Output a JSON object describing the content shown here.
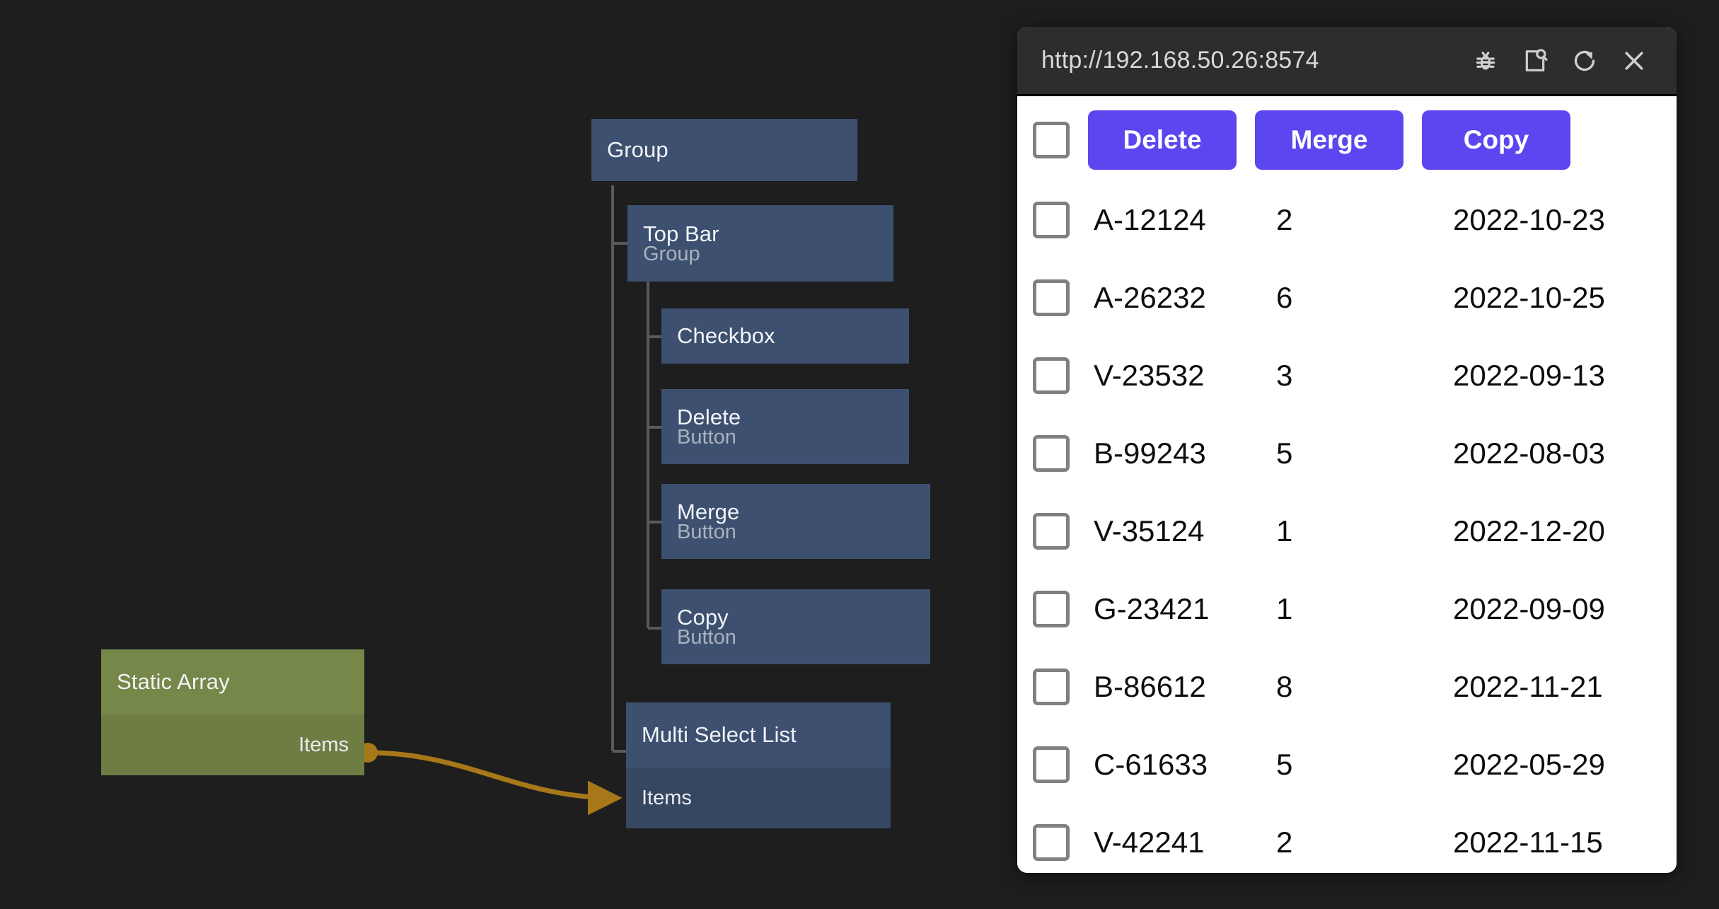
{
  "canvas": {
    "background": "#1e1e1e",
    "wire_color": "#a6781a",
    "tree_line_color": "#5a5a5a"
  },
  "graph": {
    "nodes": [
      {
        "id": "group",
        "title": "Group",
        "subtitle": "",
        "color": "#3d5070",
        "kind": "tree"
      },
      {
        "id": "topbar",
        "title": "Top Bar",
        "subtitle": "Group",
        "color": "#3d5070",
        "kind": "tree"
      },
      {
        "id": "checkbox",
        "title": "Checkbox",
        "subtitle": "",
        "color": "#3d5070",
        "kind": "tree"
      },
      {
        "id": "delete",
        "title": "Delete",
        "subtitle": "Button",
        "color": "#3d5070",
        "kind": "tree"
      },
      {
        "id": "merge",
        "title": "Merge",
        "subtitle": "Button",
        "color": "#3d5070",
        "kind": "tree"
      },
      {
        "id": "copy",
        "title": "Copy",
        "subtitle": "Button",
        "color": "#3d5070",
        "kind": "tree"
      },
      {
        "id": "msl",
        "title": "Multi Select List",
        "subtitle": "",
        "color": "#3d5070",
        "kind": "data",
        "port_in": "Items"
      },
      {
        "id": "sa",
        "title": "Static Array",
        "subtitle": "",
        "color": "#76874a",
        "kind": "data",
        "port_out": "Items"
      }
    ],
    "connection": {
      "from": "sa.Items",
      "to": "msl.Items"
    }
  },
  "panel": {
    "url": "http://192.168.50.26:8574",
    "titlebar_icons": [
      {
        "name": "bug-icon",
        "label": "Debug"
      },
      {
        "name": "inspect-icon",
        "label": "Inspect"
      },
      {
        "name": "reload-icon",
        "label": "Reload"
      },
      {
        "name": "close-icon",
        "label": "Close"
      }
    ],
    "toolbar": {
      "select_all_checked": false,
      "buttons": [
        {
          "name": "delete-button",
          "label": "Delete"
        },
        {
          "name": "merge-button",
          "label": "Merge"
        },
        {
          "name": "copy-button",
          "label": "Copy"
        }
      ],
      "button_color": "#5b46f0"
    },
    "table": {
      "rows": [
        {
          "checked": false,
          "id": "A-12124",
          "qty": "2",
          "date": "2022-10-23"
        },
        {
          "checked": false,
          "id": "A-26232",
          "qty": "6",
          "date": "2022-10-25"
        },
        {
          "checked": false,
          "id": "V-23532",
          "qty": "3",
          "date": "2022-09-13"
        },
        {
          "checked": false,
          "id": "B-99243",
          "qty": "5",
          "date": "2022-08-03"
        },
        {
          "checked": false,
          "id": "V-35124",
          "qty": "1",
          "date": "2022-12-20"
        },
        {
          "checked": false,
          "id": "G-23421",
          "qty": "1",
          "date": "2022-09-09"
        },
        {
          "checked": false,
          "id": "B-86612",
          "qty": "8",
          "date": "2022-11-21"
        },
        {
          "checked": false,
          "id": "C-61633",
          "qty": "5",
          "date": "2022-05-29"
        },
        {
          "checked": false,
          "id": "V-42241",
          "qty": "2",
          "date": "2022-11-15"
        }
      ]
    }
  }
}
